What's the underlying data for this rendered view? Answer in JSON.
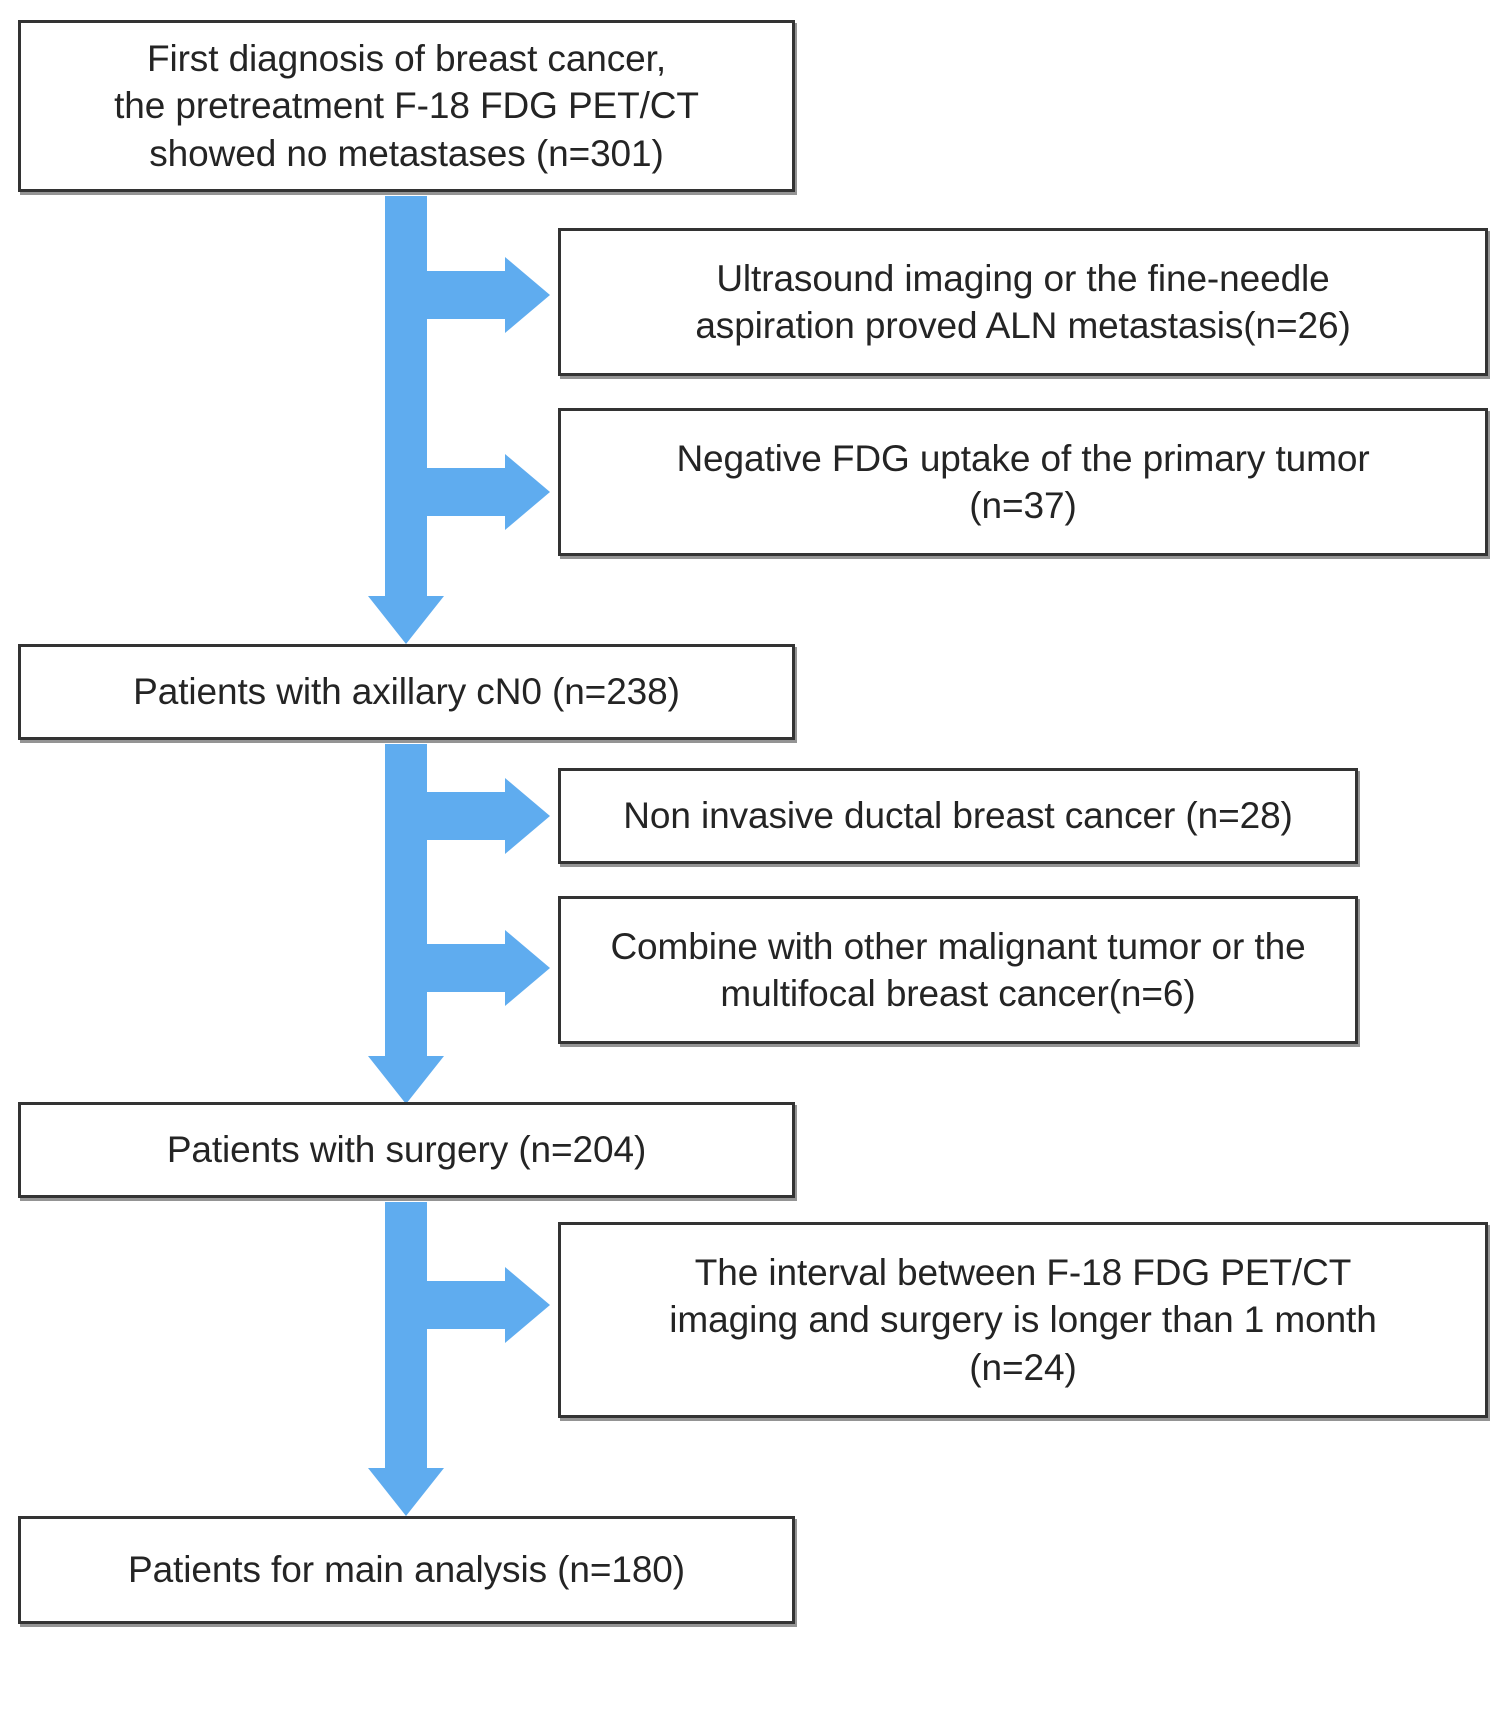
{
  "diagram": {
    "title": "Patient selection flow diagram",
    "accent_color": "#5FACEF",
    "box_border_color": "#333333",
    "background_color": "#FFFFFF",
    "text_color": "#242424"
  },
  "main_flow": [
    {
      "id": "enrolled",
      "text": "First diagnosis of breast cancer,\nthe pretreatment F-18 FDG PET/CT\nshowed no metastases (n=301)",
      "n": 301
    },
    {
      "id": "cn0",
      "text": "Patients with axillary cN0 (n=238)",
      "n": 238
    },
    {
      "id": "surgery",
      "text": "Patients with surgery (n=204)",
      "n": 204
    },
    {
      "id": "main-analysis",
      "text": "Patients for main analysis (n=180)",
      "n": 180
    }
  ],
  "exclusions": [
    {
      "id": "aln-metastasis",
      "text": "Ultrasound imaging or the fine-needle\naspiration proved ALN metastasis(n=26)",
      "n": 26
    },
    {
      "id": "negative-fdg",
      "text": "Negative FDG uptake of the primary tumor\n(n=37)",
      "n": 37
    },
    {
      "id": "non-invasive-ductal",
      "text": "Non invasive ductal breast cancer (n=28)",
      "n": 28
    },
    {
      "id": "other-malignant",
      "text": "Combine with other malignant tumor or the\nmultifocal breast cancer(n=6)",
      "n": 6
    },
    {
      "id": "interval-too-long",
      "text": "The interval between F-18 FDG PET/CT\nimaging and surgery is longer than 1 month\n(n=24)",
      "n": 24
    }
  ],
  "connectors": [
    {
      "id": "trunk-1",
      "kind": "vertical-arrow",
      "from": "enrolled",
      "to": "cn0"
    },
    {
      "id": "branch-1",
      "kind": "horizontal-arrow",
      "to": "aln-metastasis"
    },
    {
      "id": "branch-2",
      "kind": "horizontal-arrow",
      "to": "negative-fdg"
    },
    {
      "id": "trunk-2",
      "kind": "vertical-arrow",
      "from": "cn0",
      "to": "surgery"
    },
    {
      "id": "branch-3",
      "kind": "horizontal-arrow",
      "to": "non-invasive-ductal"
    },
    {
      "id": "branch-4",
      "kind": "horizontal-arrow",
      "to": "other-malignant"
    },
    {
      "id": "trunk-3",
      "kind": "vertical-arrow",
      "from": "surgery",
      "to": "main-analysis"
    },
    {
      "id": "branch-5",
      "kind": "horizontal-arrow",
      "to": "interval-too-long"
    }
  ]
}
